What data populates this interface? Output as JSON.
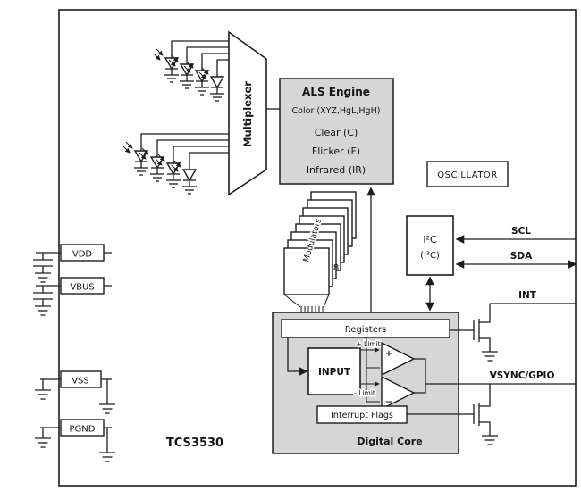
{
  "chip": {
    "part_number": "TCS3530"
  },
  "blocks": {
    "multiplexer": {
      "label": "Multiplexer"
    },
    "als_engine": {
      "title": "ALS Engine",
      "lines": [
        "Color (XYZ,HgL,HgH)",
        "Clear (C)",
        "Flicker (F)",
        "Infrared (IR)"
      ]
    },
    "oscillator": {
      "label": "OSCILLATOR"
    },
    "modulators": {
      "label": "Modulators",
      "count": "8"
    },
    "i2c": {
      "line1": "I²C",
      "line2": "(I³C)"
    },
    "digital_core": {
      "title": "Digital Core",
      "registers": "Registers",
      "input": "INPUT",
      "plus_limit": "+ Limit",
      "minus_limit": "- Limit",
      "interrupt_flags": "Interrupt Flags",
      "comparator_plus": "+",
      "comparator_minus": "−"
    }
  },
  "pins": {
    "left": [
      {
        "name": "VDD"
      },
      {
        "name": "VBUS"
      },
      {
        "name": "VSS"
      },
      {
        "name": "PGND"
      }
    ],
    "right": [
      {
        "name": "SCL"
      },
      {
        "name": "SDA"
      },
      {
        "name": "INT"
      },
      {
        "name": "VSYNC/GPIO"
      }
    ]
  },
  "colors": {
    "block_fill": "#d6d6d6",
    "line": "#1d1d1d",
    "box_fill": "#ffffff"
  }
}
